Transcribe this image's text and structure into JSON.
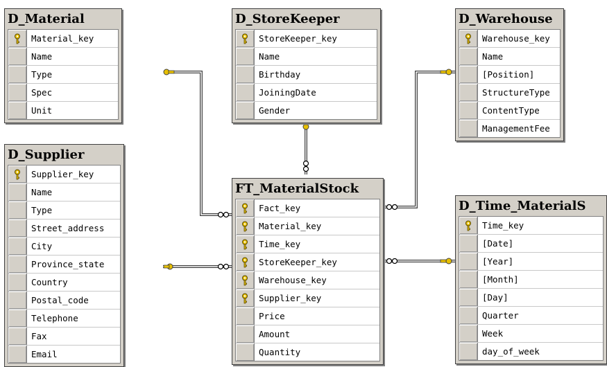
{
  "tables": [
    {
      "id": "material",
      "title": "D_Material",
      "rows": [
        {
          "name": "Material_key",
          "key": true
        },
        {
          "name": "Name",
          "key": false
        },
        {
          "name": "Type",
          "key": false
        },
        {
          "name": "Spec",
          "key": false
        },
        {
          "name": "Unit",
          "key": false
        }
      ]
    },
    {
      "id": "storekeeper",
      "title": "D_StoreKeeper",
      "rows": [
        {
          "name": "StoreKeeper_key",
          "key": true
        },
        {
          "name": "Name",
          "key": false
        },
        {
          "name": "Birthday",
          "key": false
        },
        {
          "name": "JoiningDate",
          "key": false
        },
        {
          "name": "Gender",
          "key": false
        }
      ]
    },
    {
      "id": "warehouse",
      "title": "D_Warehouse",
      "rows": [
        {
          "name": "Warehouse_key",
          "key": true
        },
        {
          "name": "Name",
          "key": false
        },
        {
          "name": "[Position]",
          "key": false
        },
        {
          "name": "StructureType",
          "key": false
        },
        {
          "name": "ContentType",
          "key": false
        },
        {
          "name": "ManagementFee",
          "key": false
        }
      ]
    },
    {
      "id": "supplier",
      "title": "D_Supplier",
      "rows": [
        {
          "name": "Supplier_key",
          "key": true
        },
        {
          "name": "Name",
          "key": false
        },
        {
          "name": "Type",
          "key": false
        },
        {
          "name": "Street_address",
          "key": false
        },
        {
          "name": "City",
          "key": false
        },
        {
          "name": "Province_state",
          "key": false
        },
        {
          "name": "Country",
          "key": false
        },
        {
          "name": "Postal_code",
          "key": false
        },
        {
          "name": "Telephone",
          "key": false
        },
        {
          "name": "Fax",
          "key": false
        },
        {
          "name": "Email",
          "key": false
        }
      ]
    },
    {
      "id": "fact",
      "title": "FT_MaterialStock",
      "rows": [
        {
          "name": "Fact_key",
          "key": true
        },
        {
          "name": "Material_key",
          "key": true
        },
        {
          "name": "Time_key",
          "key": true
        },
        {
          "name": "StoreKeeper_key",
          "key": true
        },
        {
          "name": "Warehouse_key",
          "key": true
        },
        {
          "name": "Supplier_key",
          "key": true
        },
        {
          "name": "Price",
          "key": false
        },
        {
          "name": "Amount",
          "key": false
        },
        {
          "name": "Quantity",
          "key": false
        }
      ]
    },
    {
      "id": "time",
      "title": "D_Time_MaterialS",
      "rows": [
        {
          "name": "Time_key",
          "key": true
        },
        {
          "name": "[Date]",
          "key": false
        },
        {
          "name": "[Year]",
          "key": false
        },
        {
          "name": "[Month]",
          "key": false
        },
        {
          "name": "[Day]",
          "key": false
        },
        {
          "name": "Quarter",
          "key": false
        },
        {
          "name": "Week",
          "key": false
        },
        {
          "name": "day_of_week",
          "key": false
        }
      ]
    }
  ],
  "relationships": [
    {
      "from": "material",
      "to": "fact"
    },
    {
      "from": "storekeeper",
      "to": "fact"
    },
    {
      "from": "warehouse",
      "to": "fact"
    },
    {
      "from": "supplier",
      "to": "fact"
    },
    {
      "from": "time",
      "to": "fact"
    }
  ],
  "colors": {
    "window": "#d4d0c8",
    "key": "#e8c000",
    "line": "#404040"
  }
}
